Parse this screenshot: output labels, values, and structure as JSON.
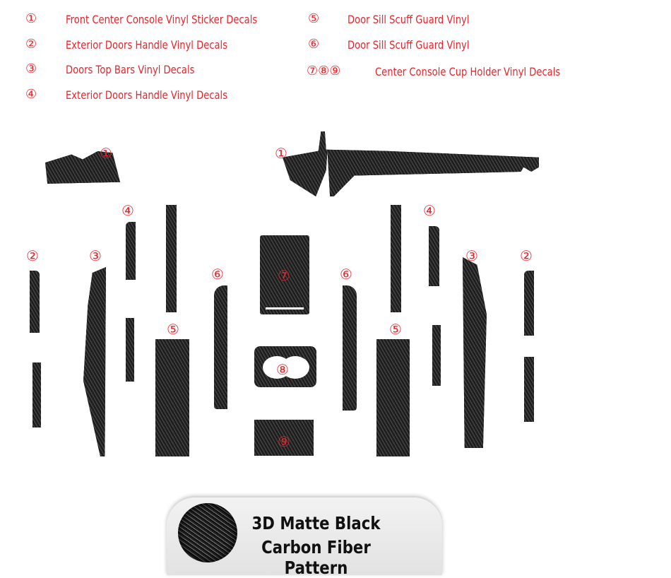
{
  "legend": [
    {
      "num": "①",
      "text": "Front Center Console Vinyl Sticker Decals"
    },
    {
      "num": "②",
      "text": "Exterior Doors Handle Vinyl Decals"
    },
    {
      "num": "③",
      "text": "Doors Top Bars Vinyl Decals"
    },
    {
      "num": "④",
      "text": "Exterior Doors Handle Vinyl Decals"
    },
    {
      "num": "⑤",
      "text": "Door Sill Scuff Guard Vinyl"
    },
    {
      "num": "⑥",
      "text": "Door Sill Scuff Guard Vinyl"
    },
    {
      "num": "⑦⑧⑨",
      "text": "Center Console Cup Holder Vinyl Decals"
    }
  ],
  "labels": {
    "l1": "①",
    "l2": "②",
    "l3": "③",
    "l4": "④",
    "l5": "⑤",
    "l6": "⑥",
    "l7": "⑦",
    "l8": "⑧",
    "l9": "⑨"
  },
  "badge": {
    "line1": "3D Matte Black",
    "line2": "Carbon Fiber Pattern"
  }
}
